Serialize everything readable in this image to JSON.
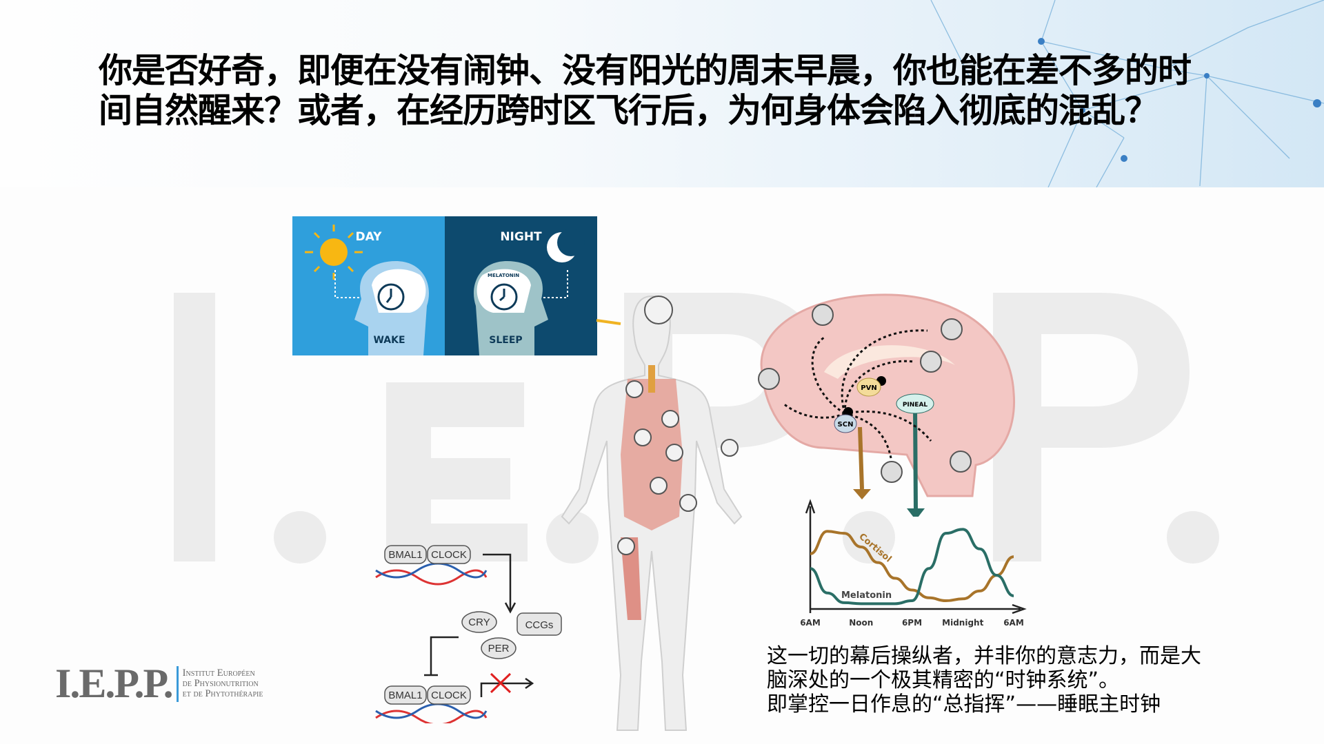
{
  "title": {
    "line1": "你是否好奇，即便在没有闹钟、没有阳光的周末早晨，你也能在差不多的时",
    "line2": "间自然醒来？或者，在经历跨时区飞行后，为何身体会陷入彻底的混乱？"
  },
  "watermark": "I.E.P.P.",
  "daynight": {
    "day": "DAY",
    "night": "NIGHT",
    "wake": "WAKE",
    "sleep": "SLEEP",
    "melatonin": "MELATONIN"
  },
  "brain": {
    "pvn": "PVN",
    "pineal": "PINEAL",
    "scn": "SCN"
  },
  "genes": {
    "bmal1": "BMAL1",
    "clock": "CLOCK",
    "cry": "CRY",
    "per": "PER",
    "ccgs": "CCGs",
    "bmal1_b": "BMAL1",
    "clock_b": "CLOCK"
  },
  "chart_data": {
    "type": "line",
    "title": "",
    "xlabel": "",
    "ylabel": "",
    "categories": [
      "6AM",
      "Noon",
      "6PM",
      "Midnight",
      "6AM"
    ],
    "x": [
      0,
      2,
      4,
      6,
      8,
      10,
      12,
      14,
      16,
      18,
      20,
      22,
      24
    ],
    "xlim": [
      0,
      24
    ],
    "ylim": [
      0,
      1
    ],
    "series": [
      {
        "name": "Cortisol",
        "color": "#a8742a",
        "values": [
          0.55,
          0.78,
          0.76,
          0.62,
          0.46,
          0.3,
          0.18,
          0.1,
          0.07,
          0.09,
          0.17,
          0.33,
          0.52
        ]
      },
      {
        "name": "Melatonin",
        "color": "#2a6e66",
        "values": [
          0.4,
          0.15,
          0.05,
          0.04,
          0.04,
          0.04,
          0.07,
          0.4,
          0.76,
          0.8,
          0.6,
          0.33,
          0.12
        ]
      }
    ]
  },
  "paragraph": {
    "line1": "这一切的幕后操纵者，并非你的意志力，而是大",
    "line2": "脑深处的一个极其精密的“时钟系统”。",
    "line3": "即掌控一日作息的“总指挥”——睡眠主时钟"
  },
  "logo": {
    "mark": "I.E.P.P.",
    "line1": "Institut Européen",
    "line2": "de Physionutrition",
    "line3": "et de Phytothérapie"
  }
}
